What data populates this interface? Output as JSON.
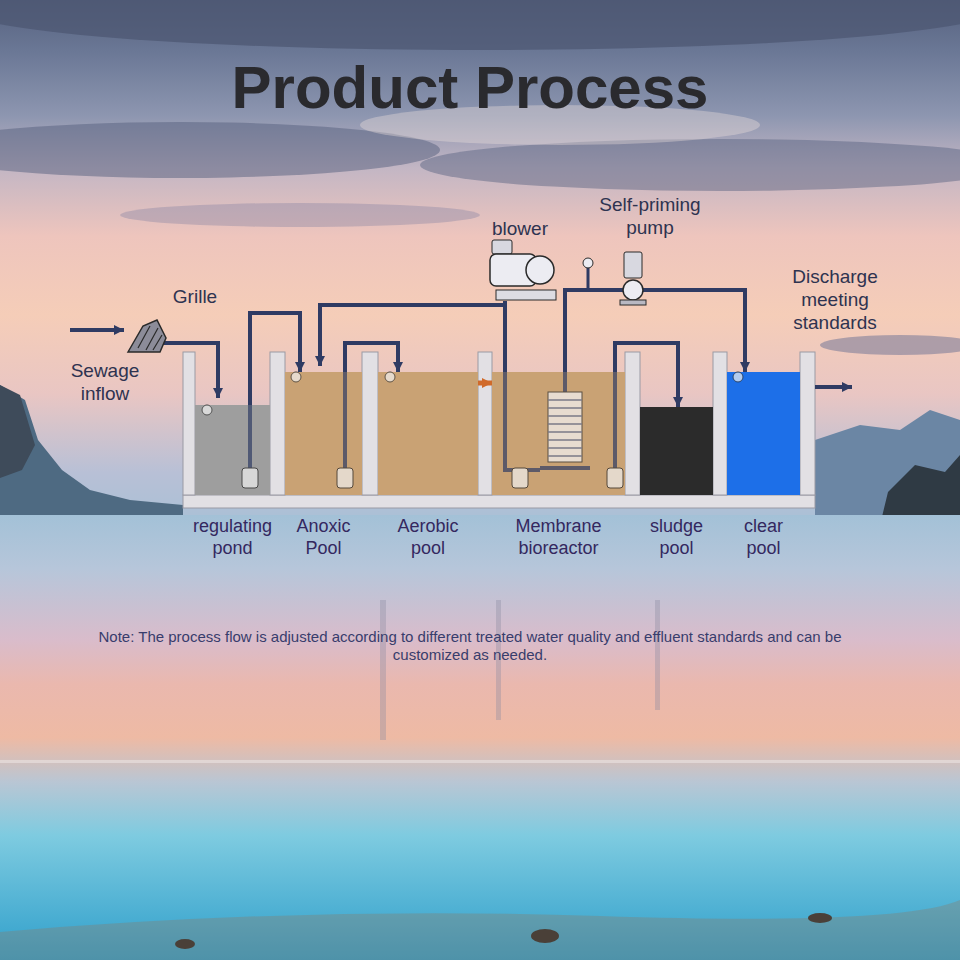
{
  "diagram": {
    "title": "Product Process",
    "nodes": [
      {
        "text": [
          "regulating pond"
        ]
      },
      {
        "text": [
          "Anoxic Pool"
        ]
      },
      {
        "text": [
          "Aerobic pool"
        ]
      },
      {
        "text": [
          "Membrane bioreactor"
        ]
      },
      {
        "text": [
          "sludge pool"
        ]
      },
      {
        "text": [
          "clear pool"
        ]
      }
    ],
    "edges": [
      {
        "from": 0,
        "to": 1,
        "arrow": "to"
      },
      {
        "from": 1,
        "to": 2,
        "arrow": "to"
      },
      {
        "from": 2,
        "to": 3,
        "arrow": "to"
      },
      {
        "from": 3,
        "to": 4,
        "arrow": "to"
      },
      {
        "from": 3,
        "to": 5,
        "arrow": "to"
      }
    ],
    "labels": [
      "Sewage inflow",
      "Grille",
      "blower",
      "Self-priming pump",
      "Discharge meeting standards",
      "Note: The process flow is adjusted according to different treated water quality and effluent standards and can be customized as needed."
    ]
  }
}
